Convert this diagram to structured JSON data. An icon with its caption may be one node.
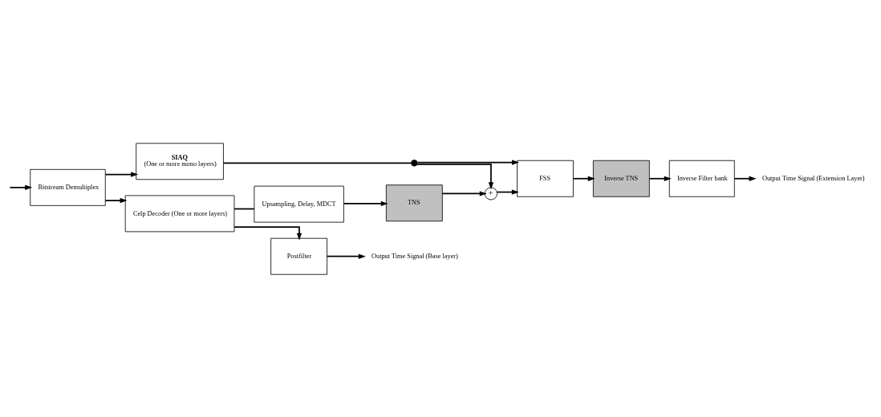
{
  "diagram": {
    "nodes": [
      {
        "text": [
          "Bitstream Demultiplex"
        ]
      },
      {
        "text": [
          "SIAQ",
          "(One or more mono layers)"
        ]
      },
      {
        "text": [
          "FSS"
        ]
      },
      {
        "text": [
          "Inverse TNS"
        ]
      },
      {
        "text": [
          "Inverse Filter bank"
        ]
      },
      {
        "text": [
          "TNS"
        ]
      },
      {
        "text": [
          "Celp Decoder (One or more layers)"
        ]
      },
      {
        "text": [
          "Upsampling, Delay, MDCT"
        ]
      },
      {
        "text": [
          "Postfilter"
        ]
      },
      {
        "text": [
          "+"
        ]
      },
      {
        "text": [],
        "shape": "circle"
      },
      {
        "text": [
          "Output Time Signal (Extension Layer)"
        ]
      },
      {
        "text": [
          "Output Time Signal (Base layer)"
        ]
      }
    ],
    "edges": [
      {
        "from": null,
        "to": 0,
        "arrow": "to"
      },
      {
        "from": 0,
        "to": 1,
        "arrow": "to"
      },
      {
        "from": 0,
        "to": 6,
        "arrow": "to"
      },
      {
        "from": 1,
        "to": 10,
        "arrow": "none"
      },
      {
        "from": 10,
        "to": 2,
        "arrow": "to"
      },
      {
        "from": 10,
        "to": 9,
        "arrow": "to"
      },
      {
        "from": 5,
        "to": 9,
        "arrow": "to"
      },
      {
        "from": 9,
        "to": 2,
        "arrow": "to"
      },
      {
        "from": 2,
        "to": 3,
        "arrow": "to"
      },
      {
        "from": 3,
        "to": 4,
        "arrow": "to"
      },
      {
        "from": 4,
        "to": 11,
        "arrow": "to"
      },
      {
        "from": 6,
        "to": 7,
        "arrow": "none"
      },
      {
        "from": 7,
        "to": 5,
        "arrow": "to"
      },
      {
        "from": 6,
        "to": 8,
        "arrow": "to"
      },
      {
        "from": 8,
        "to": 12,
        "arrow": "to"
      }
    ]
  }
}
